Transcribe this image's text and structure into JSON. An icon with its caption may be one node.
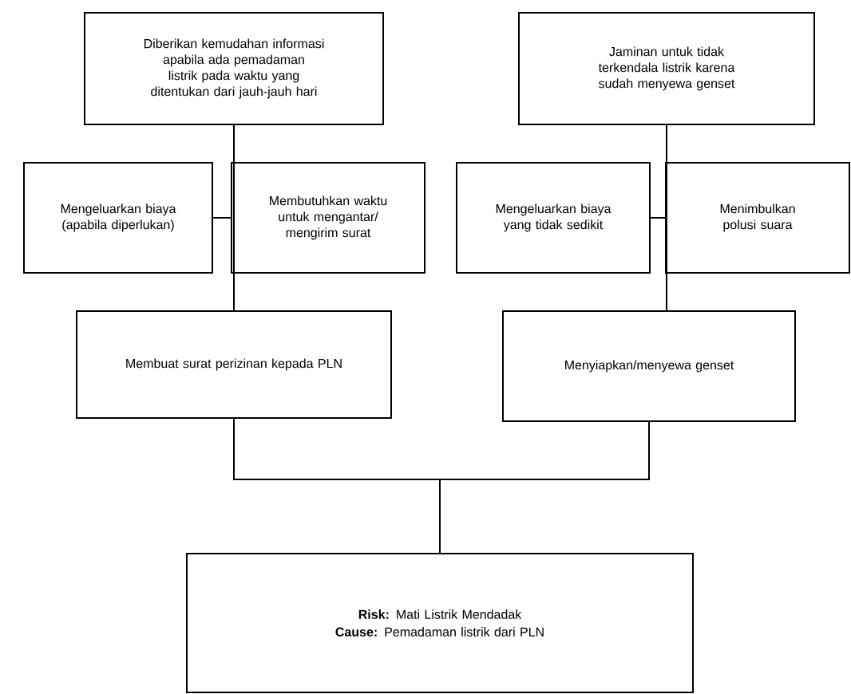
{
  "diagram": {
    "nodes": [
      {
        "text": [
          "Diberikan kemudahan informasi apabila ada pemadaman listrik pada waktu yang ditentukan dari jauh-jauh hari"
        ]
      },
      {
        "text": [
          "Mengeluarkan biaya (apabila diperlukan)"
        ]
      },
      {
        "text": [
          "Membutuhkan waktu untuk mengantar/ mengirim surat"
        ]
      },
      {
        "text": [
          "Membuat surat perizinan kepada PLN"
        ]
      },
      {
        "text": [
          "Jaminan untuk tidak terkendala listrik karena sudah menyewa genset"
        ]
      },
      {
        "text": [
          "Mengeluarkan biaya yang tidak sedikit"
        ]
      },
      {
        "text": [
          "Menimbulkan polusi suara"
        ]
      },
      {
        "text": [
          "Menyiapkan/menyewa genset"
        ]
      },
      {
        "text": [
          "**Risk:** Mati Listrik Mendadak",
          "**Cause:** Pemadaman listrik dari PLN"
        ]
      }
    ],
    "edges": [
      {
        "from": 0,
        "to": 3,
        "arrow": "none"
      },
      {
        "from": 1,
        "to": 2,
        "arrow": "none"
      },
      {
        "from": 4,
        "to": 7,
        "arrow": "none"
      },
      {
        "from": 5,
        "to": 6,
        "arrow": "none"
      },
      {
        "from": 3,
        "to": 8,
        "arrow": "none"
      },
      {
        "from": 7,
        "to": 8,
        "arrow": "none"
      }
    ]
  }
}
